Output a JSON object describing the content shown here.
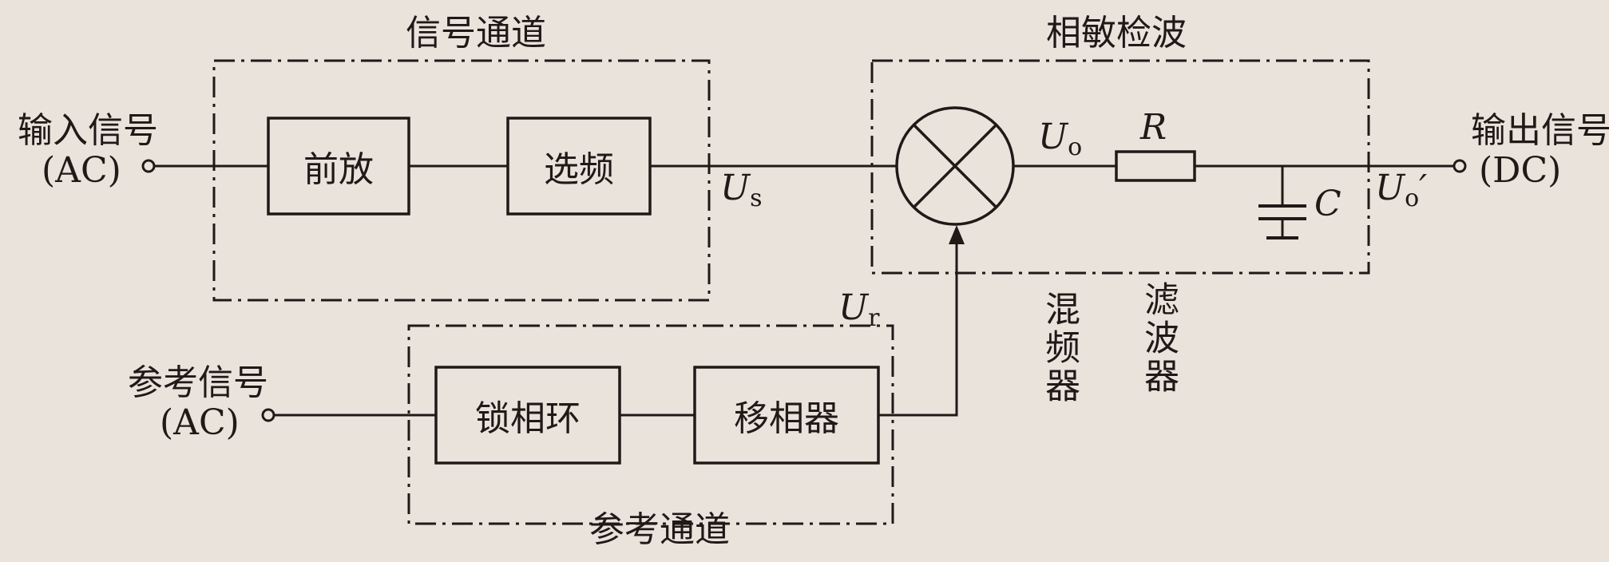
{
  "diagram": {
    "groups": {
      "signal_channel": "信号通道",
      "phase_detector": "相敏检波",
      "reference_channel": "参考通道"
    },
    "blocks": {
      "preamp": "前放",
      "freq_select": "选频",
      "pll": "锁相环",
      "phase_shifter": "移相器"
    },
    "io": {
      "input_label": "输入信号",
      "input_type": "(AC)",
      "output_label": "输出信号",
      "output_type": "(DC)",
      "ref_label": "参考信号",
      "ref_type": "(AC)"
    },
    "signals": {
      "us": "U",
      "us_sub": "s",
      "uo": "U",
      "uo_sub": "o",
      "uo_prime": "U",
      "uo_prime_sub": "o",
      "uo_prime_mark": "′",
      "ur": "U",
      "ur_sub": "r"
    },
    "components": {
      "resistor": "R",
      "capacitor": "C"
    },
    "annotations": {
      "mixer": "混频器",
      "filter": "滤波器"
    }
  }
}
